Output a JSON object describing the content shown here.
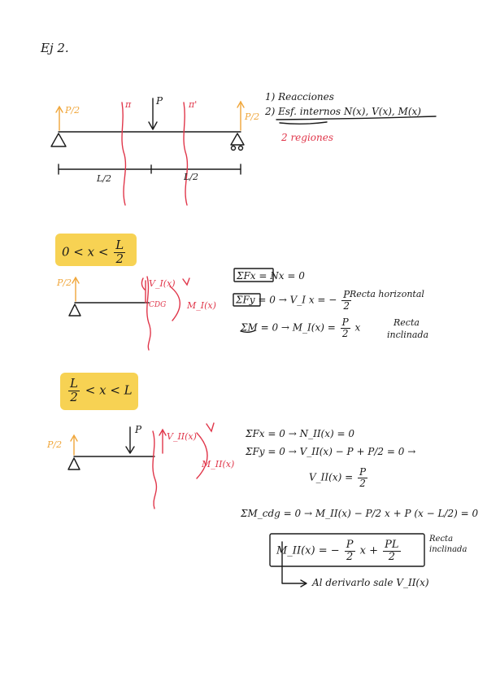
{
  "header": {
    "exercise": "Ej 2."
  },
  "steps": {
    "s1": "1) Reacciones",
    "s2": "2) Esf. internos N(x), V(x), M(x)",
    "regions": "2 regiones"
  },
  "beam": {
    "load": "P",
    "reaction_left": "P/2",
    "reaction_right": "P/2",
    "cut1": "π",
    "cut2": "π'",
    "span_left": "L/2",
    "span_right": "L/2"
  },
  "region1": {
    "range_a": "0 < x <",
    "range_num": "L",
    "range_den": "2",
    "reaction": "P/2",
    "shear": "V_I(x)",
    "cdg": "CDG",
    "moment": "M_I(x)",
    "eq1": "ΣFx = Nx = 0",
    "eq2a": "ΣFy = 0 → V_I x = −",
    "eq2num": "P",
    "eq2den": "2",
    "eq2note": "Recta horizontal",
    "eq3a": "ΣM = 0 → M_I(x) =",
    "eq3num": "P",
    "eq3den": "2",
    "eq3b": "x",
    "eq3note1": "Recta",
    "eq3note2": "inclinada"
  },
  "region2": {
    "range_num": "L",
    "range_den": "2",
    "range_b": "< x < L",
    "reaction": "P/2",
    "load": "P",
    "shear": "V_II(x)",
    "moment": "M_II(x)",
    "eq1": "ΣFx = 0 → N_II(x) = 0",
    "eq2": "ΣFy = 0 → V_II(x) − P + P/2 = 0 →",
    "eq3a": "V_II(x) =",
    "eq3num": "P",
    "eq3den": "2",
    "eq4": "ΣM_cdg = 0 → M_II(x) − P/2 x + P (x − L/2) = 0",
    "eq5a": "M_II(x) = −",
    "eq5num1": "P",
    "eq5den1": "2",
    "eq5b": "x +",
    "eq5num2": "PL",
    "eq5den2": "2",
    "eq5note1": "Recta",
    "eq5note2": "inclinada",
    "eq6": "Al derivarlo sale V_II(x)"
  }
}
